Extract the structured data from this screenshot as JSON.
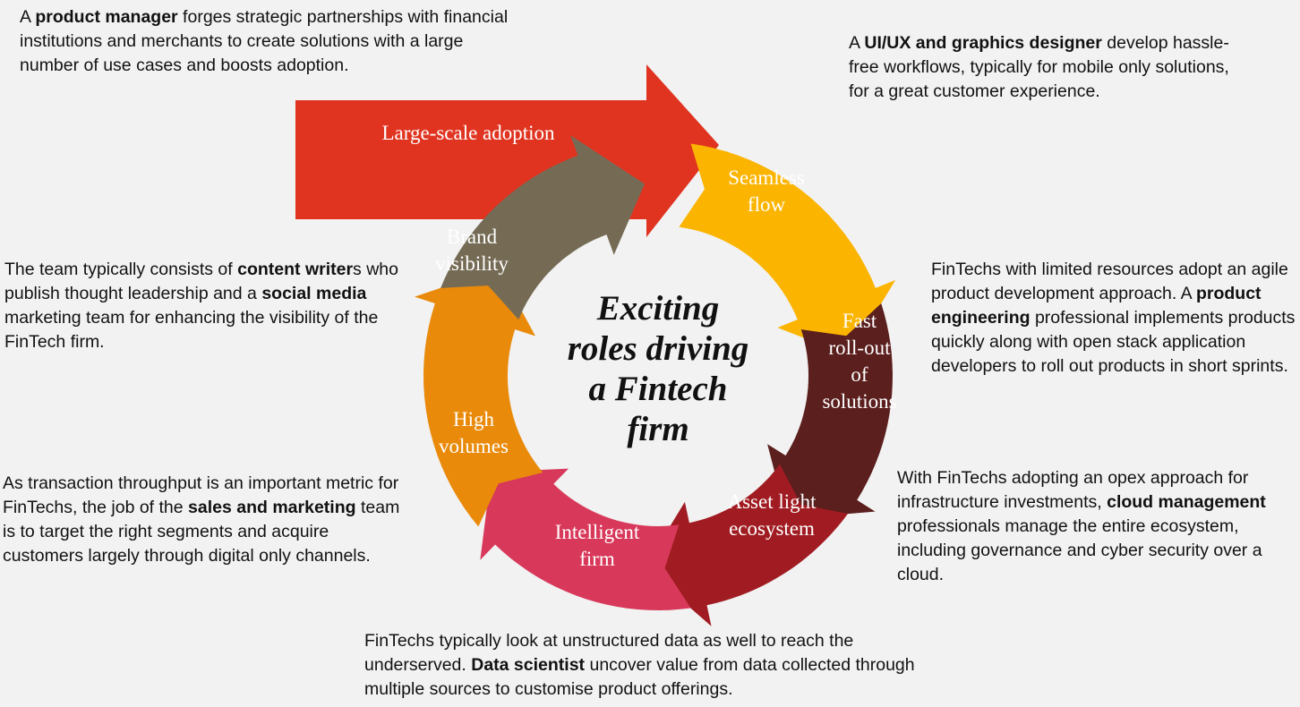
{
  "title_lines": [
    "Exciting",
    "roles driving",
    "a Fintech",
    "firm"
  ],
  "colors": {
    "large_scale_adoption": "#e03421",
    "seamless_flow": "#fbb400",
    "fast_rollout": "#5b1f1e",
    "asset_light": "#a11c22",
    "intelligent_firm": "#d8395a",
    "high_volumes": "#e98a0a",
    "brand_visibility": "#756b55"
  },
  "stages": {
    "large_scale_adoption": [
      "Large-scale adoption"
    ],
    "seamless_flow": [
      "Seamless",
      "flow"
    ],
    "fast_rollout": [
      "Fast",
      "roll-out",
      "of",
      "solutions"
    ],
    "asset_light": [
      "Asset light",
      "ecosystem"
    ],
    "intelligent_firm": [
      "Intelligent",
      "firm"
    ],
    "high_volumes": [
      "High",
      "volumes"
    ],
    "brand_visibility": [
      "Brand",
      "visibility"
    ]
  },
  "descriptions": {
    "product_manager": [
      {
        "text": "A ",
        "bold": false
      },
      {
        "text": "product manager",
        "bold": true
      },
      {
        "text": " forges strategic partnerships with financial institutions and merchants to create solutions with a large number of  use cases and boosts adoption.",
        "bold": false
      }
    ],
    "designer": [
      {
        "text": "A ",
        "bold": false
      },
      {
        "text": "UI/UX and graphics designer",
        "bold": true
      },
      {
        "text": " develop hassle-free workflows, typically for mobile only solutions, for a great customer experience.",
        "bold": false
      }
    ],
    "product_engineering": [
      {
        "text": "FinTechs with limited resources adopt an agile product development approach. A ",
        "bold": false
      },
      {
        "text": "product engineering",
        "bold": true
      },
      {
        "text": " professional implements products quickly along with open stack application developers to roll out products in short sprints.",
        "bold": false
      }
    ],
    "content": [
      {
        "text": "The team typically consists of ",
        "bold": false
      },
      {
        "text": "content writer",
        "bold": true
      },
      {
        "text": "s who publish thought leadership and a ",
        "bold": false
      },
      {
        "text": "social media",
        "bold": true
      },
      {
        "text": " marketing team for enhancing the visibility of the FinTech firm.",
        "bold": false
      }
    ],
    "sales": [
      {
        "text": "As transaction throughput is an important metric for FinTechs, the job of the ",
        "bold": false
      },
      {
        "text": "sales and marketing",
        "bold": true
      },
      {
        "text": " team is to target the right segments and acquire customers largely through digital only channels.",
        "bold": false
      }
    ],
    "cloud": [
      {
        "text": "With FinTechs adopting an opex approach for infrastructure investments, ",
        "bold": false
      },
      {
        "text": "cloud management",
        "bold": true
      },
      {
        "text": " professionals manage the entire ecosystem, including governance and cyber security over a cloud.",
        "bold": false
      }
    ],
    "data_scientist": [
      {
        "text": "FinTechs typically look at unstructured data as well to reach the underserved. ",
        "bold": false
      },
      {
        "text": "Data scientist",
        "bold": true
      },
      {
        "text": " uncover value from data collected through multiple sources to customise product offerings.",
        "bold": false
      }
    ]
  }
}
